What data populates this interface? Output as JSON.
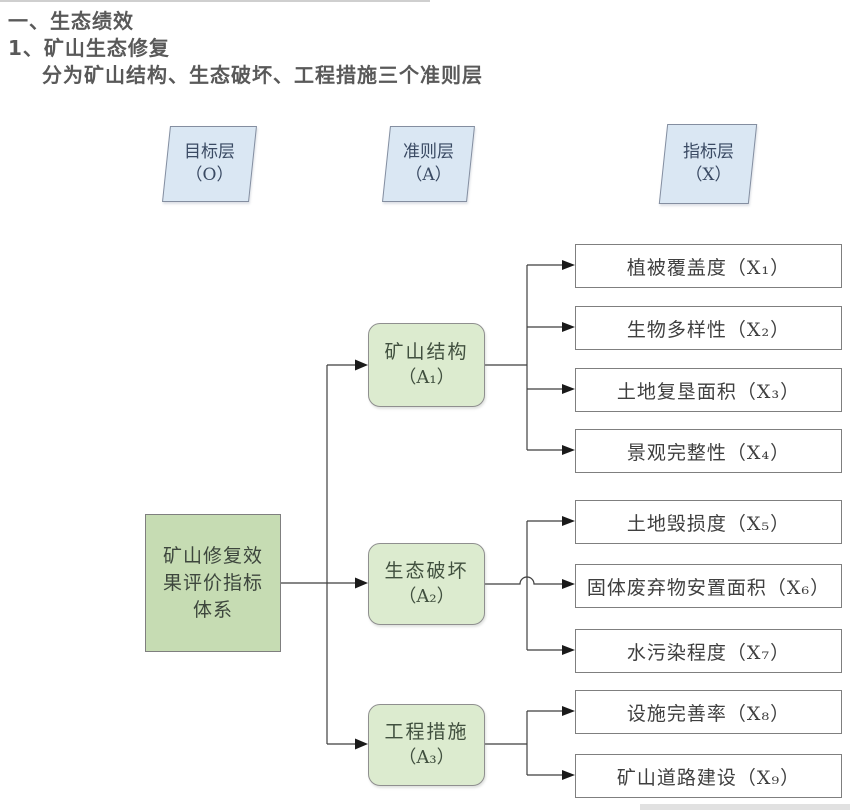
{
  "page": {
    "heading1": "一、生态绩效",
    "heading2": "1、矿山生态修复",
    "heading3": "分为矿山结构、生态破坏、工程措施三个准则层"
  },
  "layers": [
    {
      "label": "目标层",
      "code": "（O）"
    },
    {
      "label": "准则层",
      "code": "（A）"
    },
    {
      "label": "指标层",
      "code": "（X）"
    }
  ],
  "goal": {
    "lines": [
      "矿山修复效",
      "果评价指标",
      "体系"
    ]
  },
  "criteria": [
    {
      "label": "矿山结构",
      "code": "（A₁）"
    },
    {
      "label": "生态破坏",
      "code": "（A₂）"
    },
    {
      "label": "工程措施",
      "code": "（A₃）"
    }
  ],
  "indicators": [
    {
      "label": "植被覆盖度（X₁）"
    },
    {
      "label": "生物多样性（X₂）"
    },
    {
      "label": "土地复垦面积（X₃）"
    },
    {
      "label": "景观完整性（X₄）"
    },
    {
      "label": "土地毁损度（X₅）"
    },
    {
      "label": "固体废弃物安置面积（X₆）"
    },
    {
      "label": "水污染程度（X₇）"
    },
    {
      "label": "设施完善率（X₈）"
    },
    {
      "label": "矿山道路建设（X₉）"
    }
  ],
  "colors": {
    "heading_text": "#595959",
    "goal_fill": "#c6dcb3",
    "criteria_fill": "#dcebcf",
    "layer_fill": "#dae7f3",
    "indicator_fill": "#ffffff",
    "border_gray": "#7f7f7f",
    "line": "#3f3f3f"
  }
}
